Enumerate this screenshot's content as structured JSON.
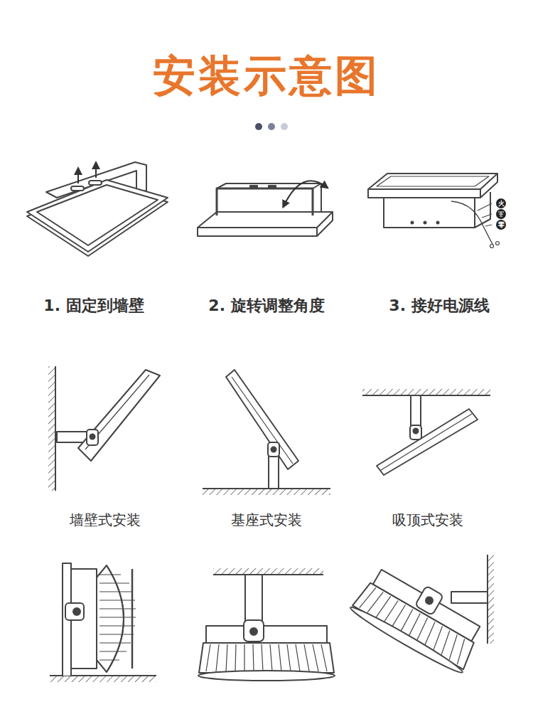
{
  "diagram": {
    "title": "安装示意图",
    "labels": [
      "1. 固定到墙壁",
      "2. 旋转调整角度",
      "3. 接好电源线",
      "墙壁式安装",
      "基座式安装",
      "吸顶式安装",
      "火",
      "零"
    ]
  }
}
